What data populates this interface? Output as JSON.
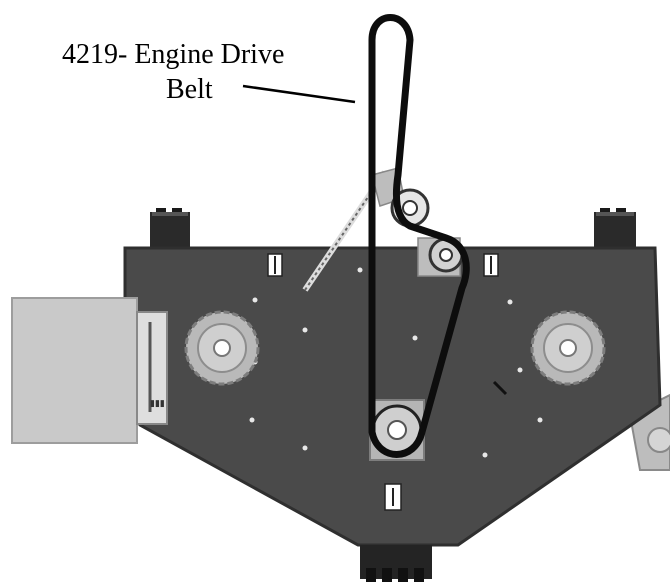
{
  "callout": {
    "part_number": "4219-",
    "line1": "4219- Engine Drive",
    "line2": "Belt"
  },
  "colors": {
    "background": "#ffffff",
    "deck": "#4a4a4a",
    "deck_edge": "#2f2f2f",
    "belt": "#0d0d0d",
    "pulley": "#b9b9b9",
    "pulley_dark": "#7d7d7d",
    "side_panel": "#c9c9c9",
    "bracket": "#2a2a2a",
    "leader_line": "#000000"
  },
  "icons": {
    "left_blade_pulley": "blade-pulley-icon",
    "right_blade_pulley": "blade-pulley-icon",
    "engine_pulley": "drive-pulley-icon",
    "idler_pulley": "idler-pulley-icon",
    "tension_spring": "spring-icon"
  }
}
